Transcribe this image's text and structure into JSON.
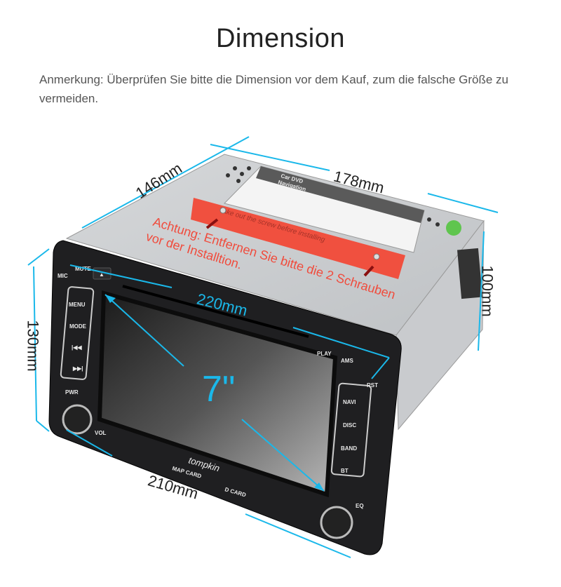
{
  "title": "Dimension",
  "note": "Anmerkung: Überprüfen Sie bitte die Dimension vor dem Kauf, zum die falsche Größe zu vermeiden.",
  "dimensions": {
    "depth": "146mm",
    "width_top": "178mm",
    "height_back": "100mm",
    "height_front": "130mm",
    "width_front": "220mm",
    "width_bottom": "210mm",
    "screen": "7\""
  },
  "warning": {
    "line1": "Achtung: Entfernen Sie bitte die 2 Schrauben",
    "line2": "vor der Installtion.",
    "plate_text": "Take out the screw before installing"
  },
  "device": {
    "label_title": "Car DVD",
    "label_subtitle": "Navigation",
    "brand": "tompkin",
    "buttons_left": [
      "MENU",
      "MODE",
      "|◀◀",
      "▶▶|"
    ],
    "buttons_right": [
      "NAVI",
      "DISC",
      "BAND",
      "BT"
    ],
    "top_buttons": [
      "MUTE",
      "▲"
    ],
    "play": "PLAY",
    "ams": "AMS",
    "mic": "MIC",
    "pwr": "PWR",
    "vol": "VOL",
    "rst": "RST",
    "eq": "EQ",
    "map_card": "MAP CARD",
    "d_card": "D CARD"
  },
  "colors": {
    "accent": "#1ab8ea",
    "warning": "#f04b3c"
  }
}
